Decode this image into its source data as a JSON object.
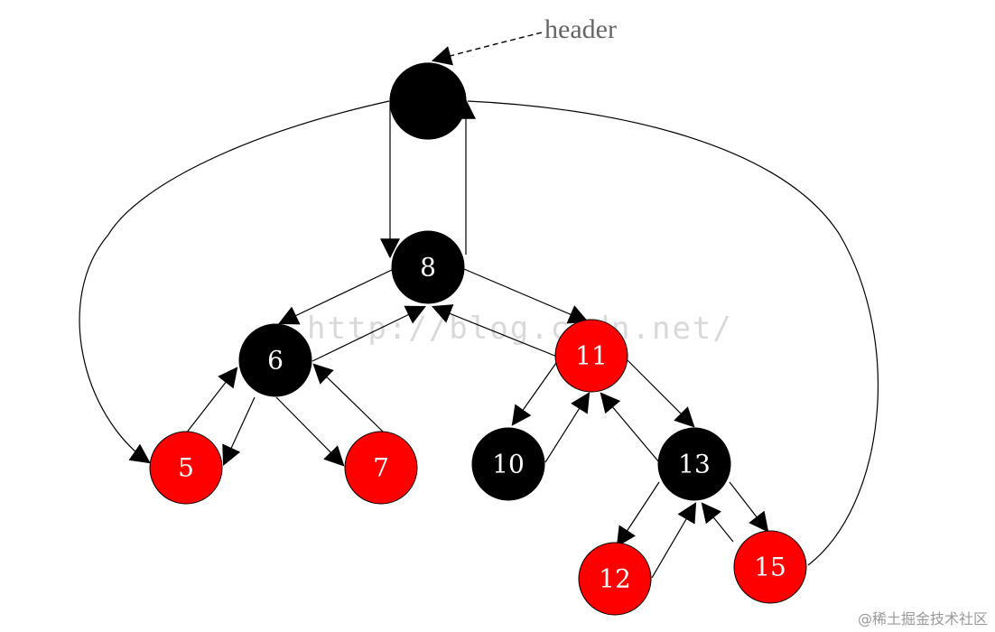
{
  "header_label": "header",
  "watermark": "http://blog.csdn.net/",
  "corner_watermark": "@稀土掘金技术社区",
  "colors": {
    "red": "#ff0000",
    "black": "#000000",
    "header_fill": "#e6ebf5"
  },
  "nodes": [
    {
      "id": "header",
      "label": "",
      "color": "header"
    },
    {
      "id": "n8",
      "label": "8",
      "color": "black"
    },
    {
      "id": "n6",
      "label": "6",
      "color": "black"
    },
    {
      "id": "n11",
      "label": "11",
      "color": "red"
    },
    {
      "id": "n5",
      "label": "5",
      "color": "red"
    },
    {
      "id": "n7",
      "label": "7",
      "color": "red"
    },
    {
      "id": "n10",
      "label": "10",
      "color": "black"
    },
    {
      "id": "n13",
      "label": "13",
      "color": "black"
    },
    {
      "id": "n12",
      "label": "12",
      "color": "red"
    },
    {
      "id": "n15",
      "label": "15",
      "color": "red"
    }
  ]
}
